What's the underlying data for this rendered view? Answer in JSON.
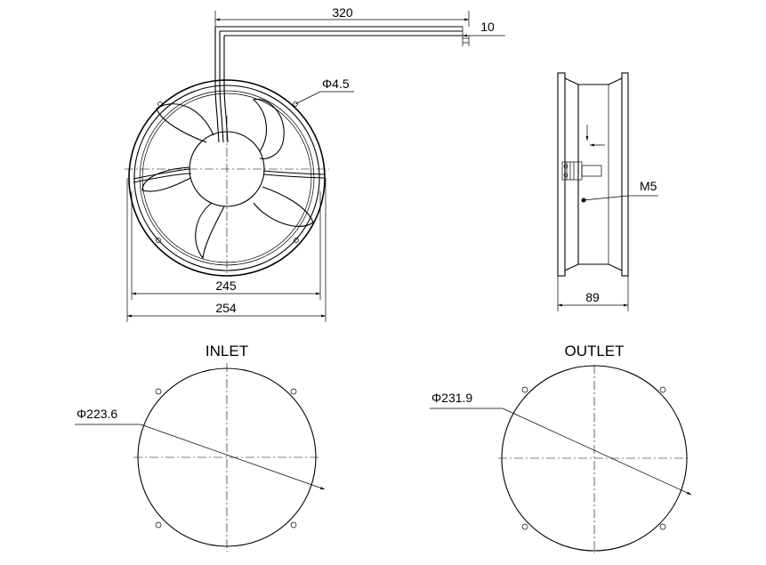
{
  "front_view": {
    "cable_length": "320",
    "lead_length": "10",
    "hole_diameter": "Φ4.5",
    "frame_inner": "245",
    "frame_outer": "254"
  },
  "side_view": {
    "thread": "M5",
    "depth": "89"
  },
  "inlet": {
    "title": "INLET",
    "diameter": "Φ223.6"
  },
  "outlet": {
    "title": "OUTLET",
    "diameter": "Φ231.9"
  }
}
